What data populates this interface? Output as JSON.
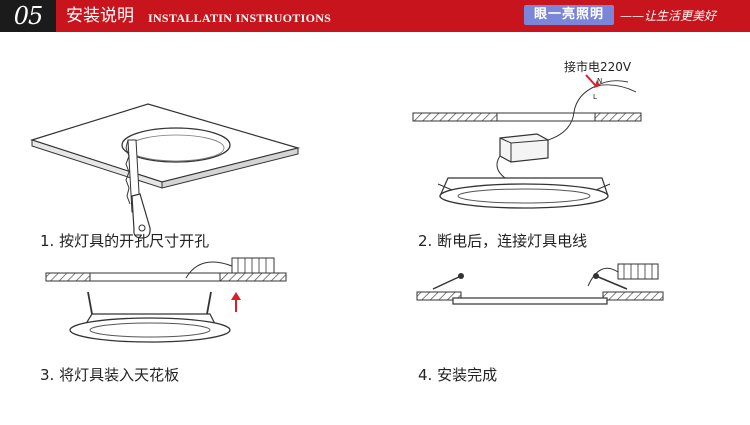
{
  "header": {
    "section_number": "05",
    "title_cn": "安装说明",
    "title_en": "INSTALLATIN INSTRUOTIONS",
    "brand": "眼一亮照明",
    "slogan": "——让生活更美好"
  },
  "steps": [
    {
      "label": "1. 按灯具的开孔尺寸开孔"
    },
    {
      "label": "2. 断电后，连接灯具电线"
    },
    {
      "label": "3. 将灯具装入天花板"
    },
    {
      "label": "4. 安装完成"
    }
  ],
  "annotation": {
    "power_label": "接市电220V",
    "n_mark": "N",
    "l_mark": "L"
  },
  "colors": {
    "header_red": "#c8141c",
    "number_bg": "#1b1b1b",
    "brand_blue": "#7b86d8",
    "arrow_red": "#d8202a"
  }
}
